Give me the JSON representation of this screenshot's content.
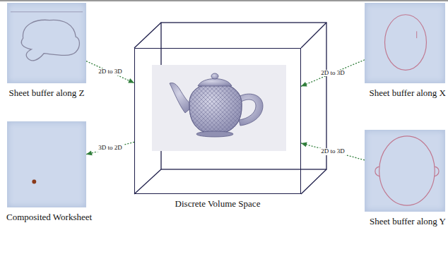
{
  "diagram": {
    "nodes": [
      {
        "text": [
          "Sheet buffer along Z"
        ]
      },
      {
        "text": [
          "Sheet buffer along X"
        ]
      },
      {
        "text": [
          "Discrete Volume Space"
        ]
      },
      {
        "text": [
          "Composited Worksheet"
        ]
      },
      {
        "text": [
          "Sheet buffer along Y"
        ]
      }
    ],
    "edges": [
      {
        "from": 0,
        "to": 2,
        "label": "2D to 3D",
        "arrow": "to"
      },
      {
        "from": 1,
        "to": 2,
        "label": "2D to 3D",
        "arrow": "to"
      },
      {
        "from": 2,
        "to": 3,
        "label": "3D to 2D",
        "arrow": "to"
      },
      {
        "from": 4,
        "to": 2,
        "label": "2D to 3D",
        "arrow": "to"
      }
    ]
  }
}
